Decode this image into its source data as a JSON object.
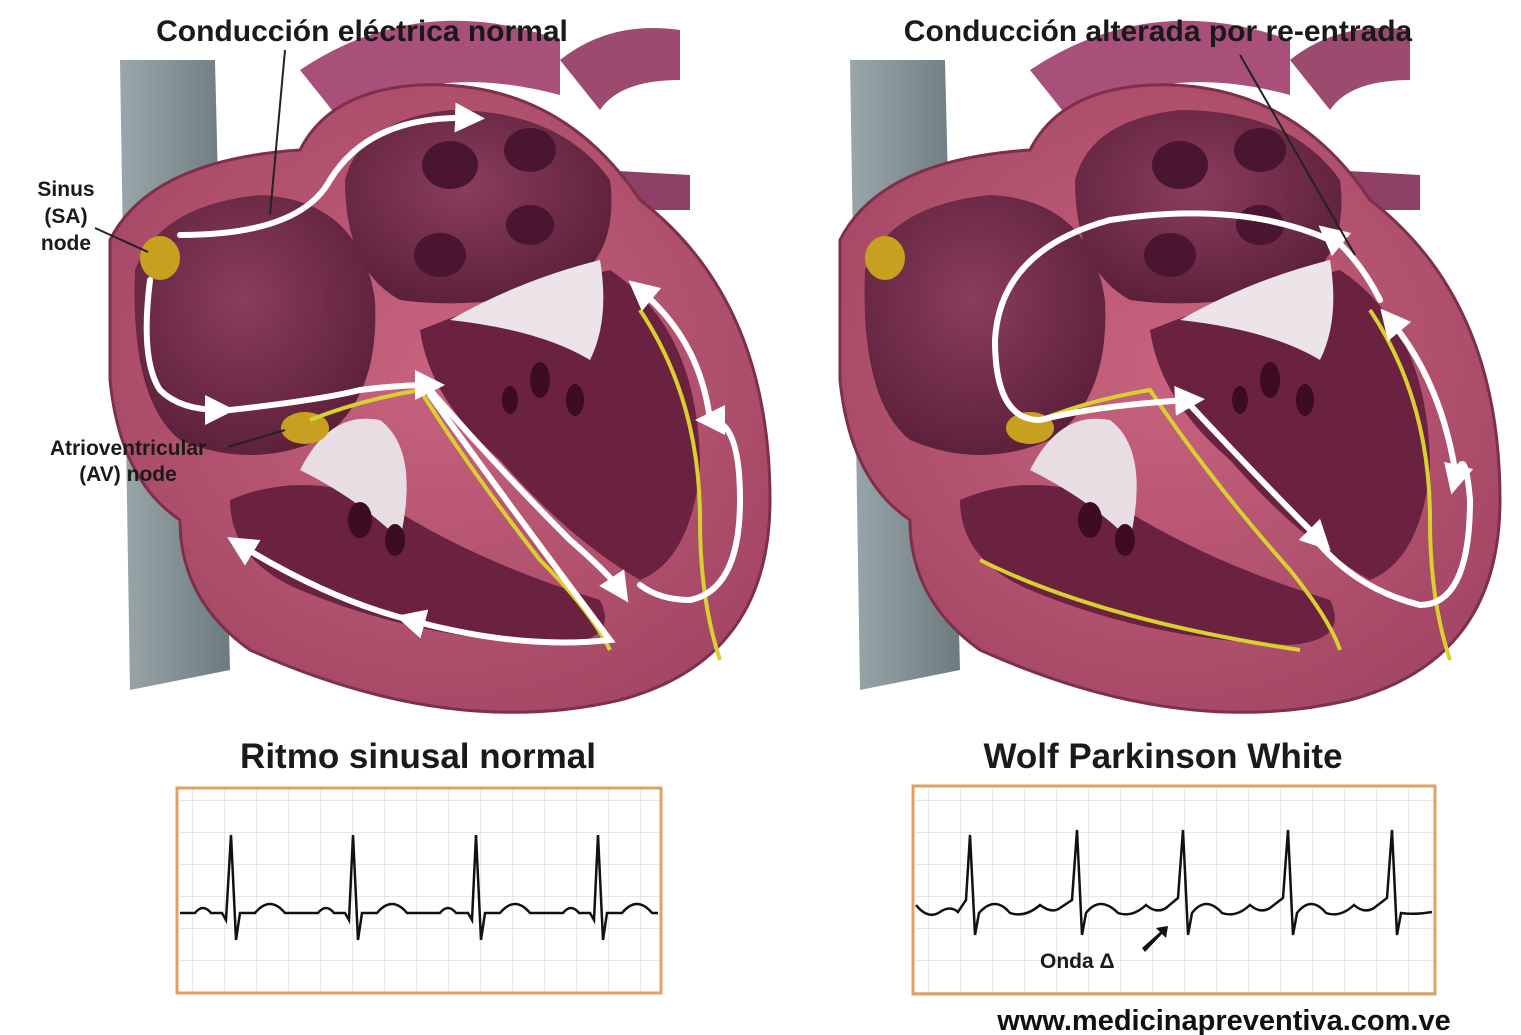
{
  "left_panel": {
    "title": "Conducción eléctrica normal",
    "labels": {
      "sa_node_line1": "Sinus",
      "sa_node_line2": "(SA)",
      "sa_node_line3": "node",
      "av_node_line1": "Atrioventricular",
      "av_node_line2": "(AV) node"
    },
    "ecg_title": "Ritmo sinusal normal"
  },
  "right_panel": {
    "title": "Conducción alterada por re-entrada",
    "ecg_title": "Wolf Parkinson White",
    "delta_label": "Onda Δ"
  },
  "footer": {
    "url": "www.medicinapreventiva.com.ve"
  },
  "colors": {
    "heart_wall": "#b5536f",
    "heart_wall_dark": "#8e3853",
    "chamber_interior": "#6e2a47",
    "vessel": "#7a8a8e",
    "node": "#c8a020",
    "conduction_path": "#d8d030",
    "arrow": "#ffffff",
    "ecg_border": "#e0a060",
    "ecg_grid": "#c9c9c9",
    "ecg_trace": "#111111"
  },
  "icons": [
    "arrow-icon"
  ]
}
